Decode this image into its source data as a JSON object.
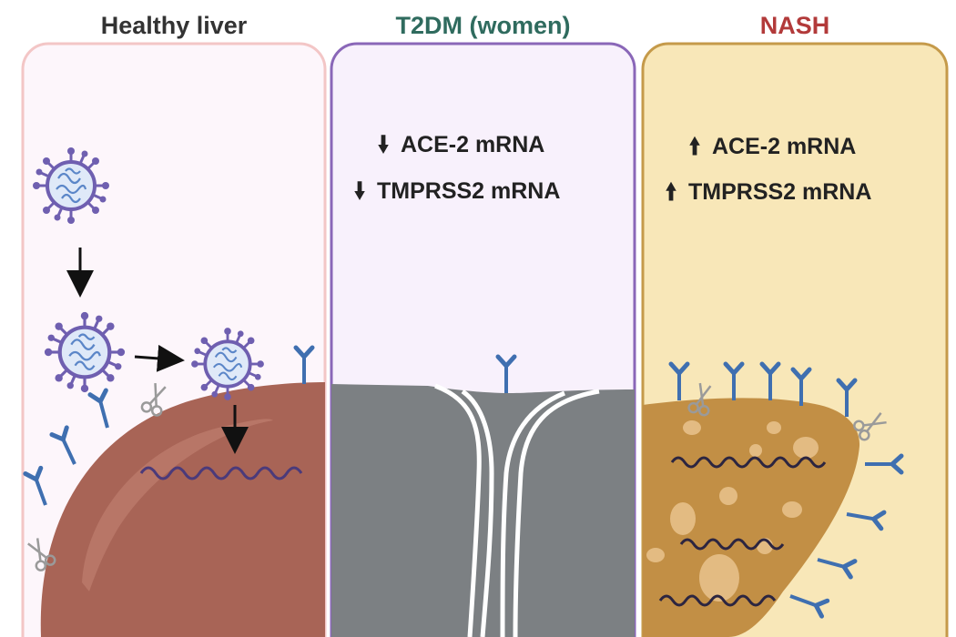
{
  "panels": [
    {
      "title": "Healthy liver",
      "title_color": "#333333",
      "border": "#f3c6c6",
      "fill": "#fdf6fb"
    },
    {
      "title": "T2DM (women)",
      "title_color": "#2f6b5e",
      "border": "#8a67b8",
      "fill": "#f8f1fc"
    },
    {
      "title": "NASH",
      "title_color": "#b23a3a",
      "border": "#c59a4a",
      "fill": "#f8e7b8"
    }
  ],
  "t2dm_notes": [
    {
      "direction": "down",
      "text": "ACE-2 mRNA"
    },
    {
      "direction": "down",
      "text": "TMPRSS2 mRNA"
    }
  ],
  "nash_notes": [
    {
      "direction": "up",
      "text": "ACE-2 mRNA"
    },
    {
      "direction": "up",
      "text": "TMPRSS2 mRNA"
    }
  ],
  "colors": {
    "liver": "#a86456",
    "liver_shadow": "#8e4c40",
    "pancreas_gray": "#7c8083",
    "fatty_liver": "#c28f45",
    "fat_droplet": "#e7c089",
    "receptor": "#3f6fb0",
    "virus_ring": "#6f5fb0",
    "virus_core": "#cfe0f5",
    "rna": "#4b3a7a"
  },
  "icons": [
    "virus-icon",
    "ace2-receptor-icon",
    "scissors-icon",
    "rna-strand-icon"
  ]
}
